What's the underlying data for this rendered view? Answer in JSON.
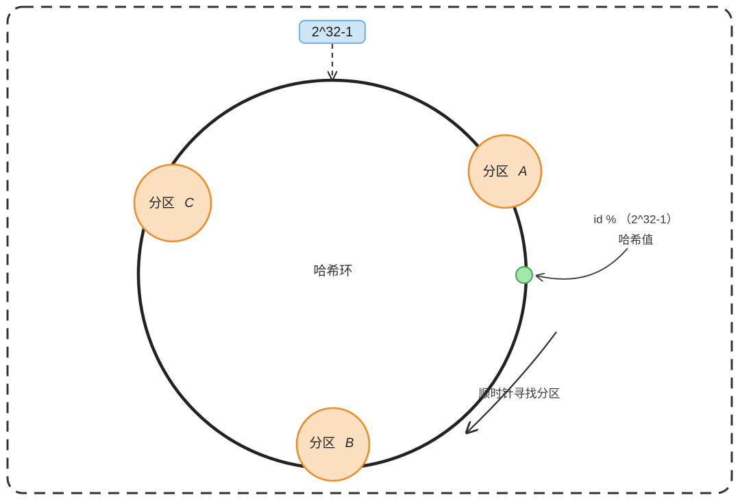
{
  "diagram": {
    "title_box": {
      "label": "2^32-1",
      "fill": "#cfe6f7",
      "stroke": "#79b4e3"
    },
    "ring": {
      "center_label": "哈希环",
      "stroke": "#222222"
    },
    "nodes": [
      {
        "id": "a",
        "label_cn": "分区",
        "label_id": "A",
        "fill": "#fce0c2",
        "stroke": "#ef8b28"
      },
      {
        "id": "c",
        "label_cn": "分区",
        "label_id": "C",
        "fill": "#fce0c2",
        "stroke": "#ef8b28"
      },
      {
        "id": "b",
        "label_cn": "分区",
        "label_id": "B",
        "fill": "#fce0c2",
        "stroke": "#ef8b28"
      }
    ],
    "hash_point": {
      "fill": "#a3e8ab",
      "stroke": "#4f9e5c",
      "annotation_line1": "id % （2^32-1）",
      "annotation_line2": "哈希值"
    },
    "clockwise_annotation": {
      "label": "顺时针寻找分区"
    },
    "frame": {
      "stroke": "#333333",
      "style": "dashed"
    }
  }
}
